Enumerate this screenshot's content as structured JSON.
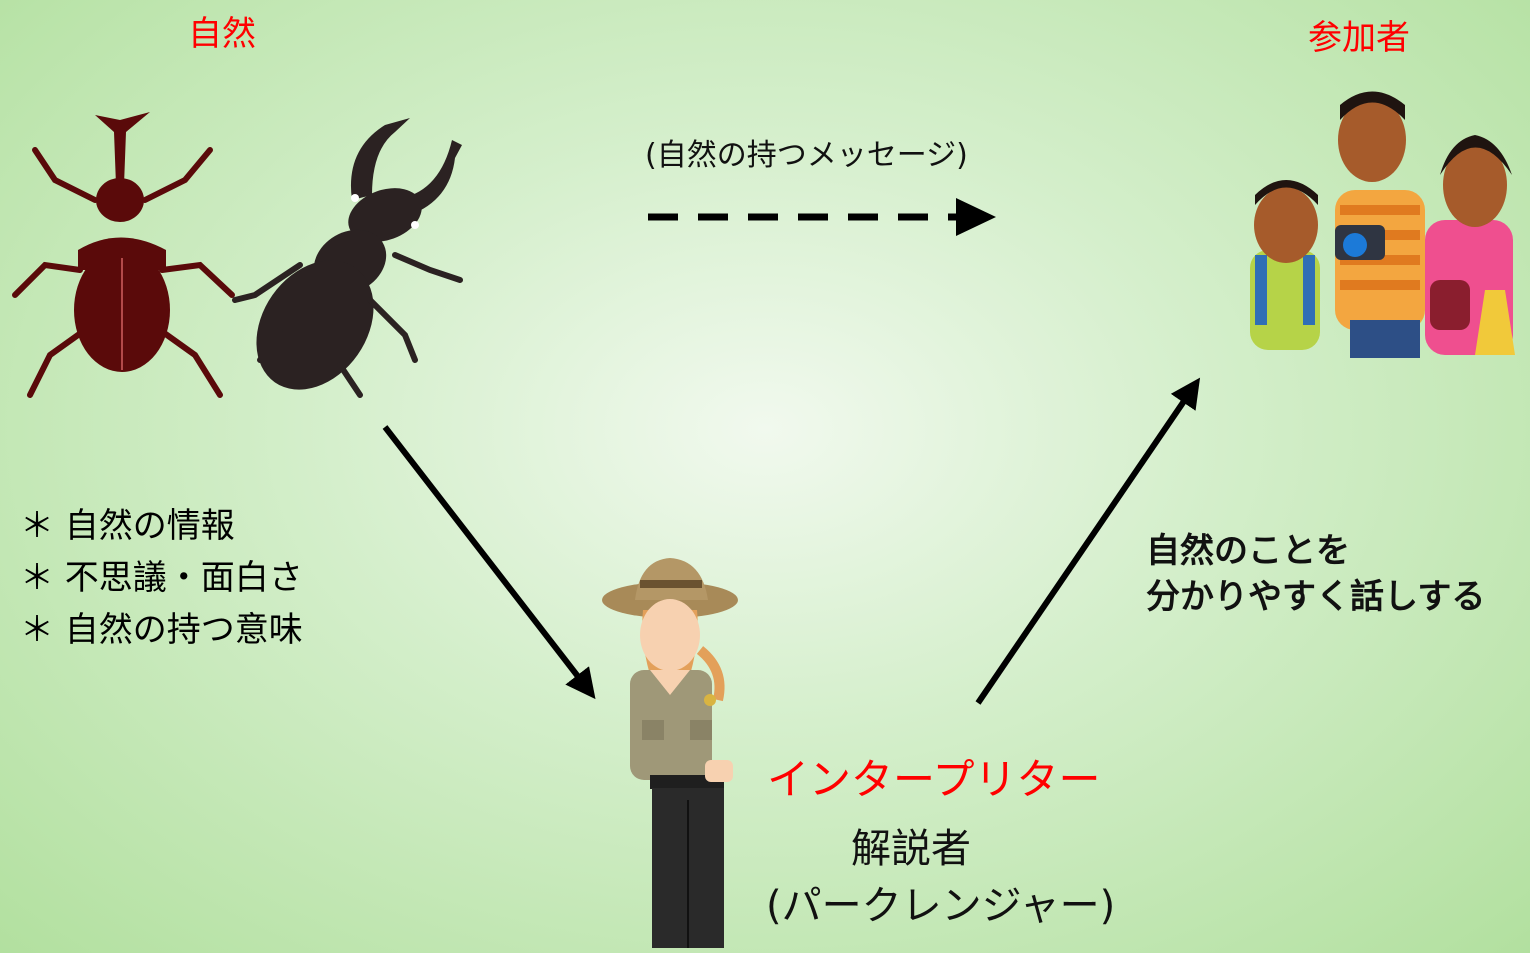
{
  "nature_label": "自然",
  "participant_label": "参加者",
  "message_label": "(自然の持つメッセージ)",
  "bullets": [
    "＊ 自然の情報",
    "＊ 不思議・面白さ",
    "＊ 自然の持つ意味"
  ],
  "explain_line1": "自然のことを",
  "explain_line2": "分かりやすく話しする",
  "interpreter_label": "インタープリター",
  "kaisetsu_label": "解説者",
  "ranger_label": "(パークレンジャー)",
  "colors": {
    "highlight": "#ff0000",
    "beetle": "#5a0a0a",
    "stag_beetle": "#2b2222",
    "arrow": "#000000"
  },
  "icons": [
    "rhinoceros-beetle-icon",
    "stag-beetle-icon",
    "tourist-family-icon",
    "park-ranger-icon"
  ]
}
